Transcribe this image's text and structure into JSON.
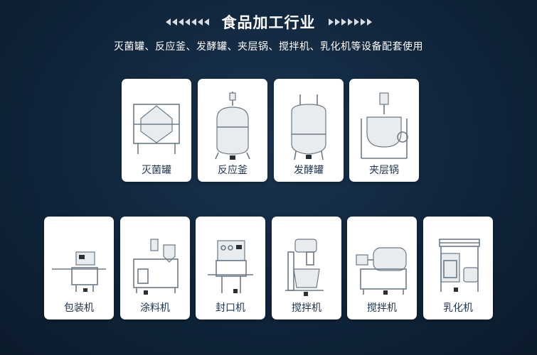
{
  "header": {
    "title": "食品加工行业",
    "subtitle": "灭菌罐、反应釜、发酵罐、夹层锅、搅拌机、乳化机等设备配套使用"
  },
  "colors": {
    "background": "#0f2236",
    "card": "#ffffff",
    "label": "#1f3550"
  },
  "row1": [
    {
      "label": "灭菌罐",
      "icon": "sterilizer-tank-icon"
    },
    {
      "label": "反应釜",
      "icon": "reactor-kettle-icon"
    },
    {
      "label": "发酵罐",
      "icon": "fermenter-tank-icon"
    },
    {
      "label": "夹层锅",
      "icon": "jacketed-kettle-icon"
    }
  ],
  "row2": [
    {
      "label": "包装机",
      "icon": "packaging-machine-icon"
    },
    {
      "label": "涂料机",
      "icon": "coating-machine-icon"
    },
    {
      "label": "封口机",
      "icon": "sealing-machine-icon"
    },
    {
      "label": "搅拌机",
      "icon": "stand-mixer-icon"
    },
    {
      "label": "搅拌机",
      "icon": "drum-mixer-icon"
    },
    {
      "label": "乳化机",
      "icon": "emulsifier-machine-icon"
    }
  ]
}
